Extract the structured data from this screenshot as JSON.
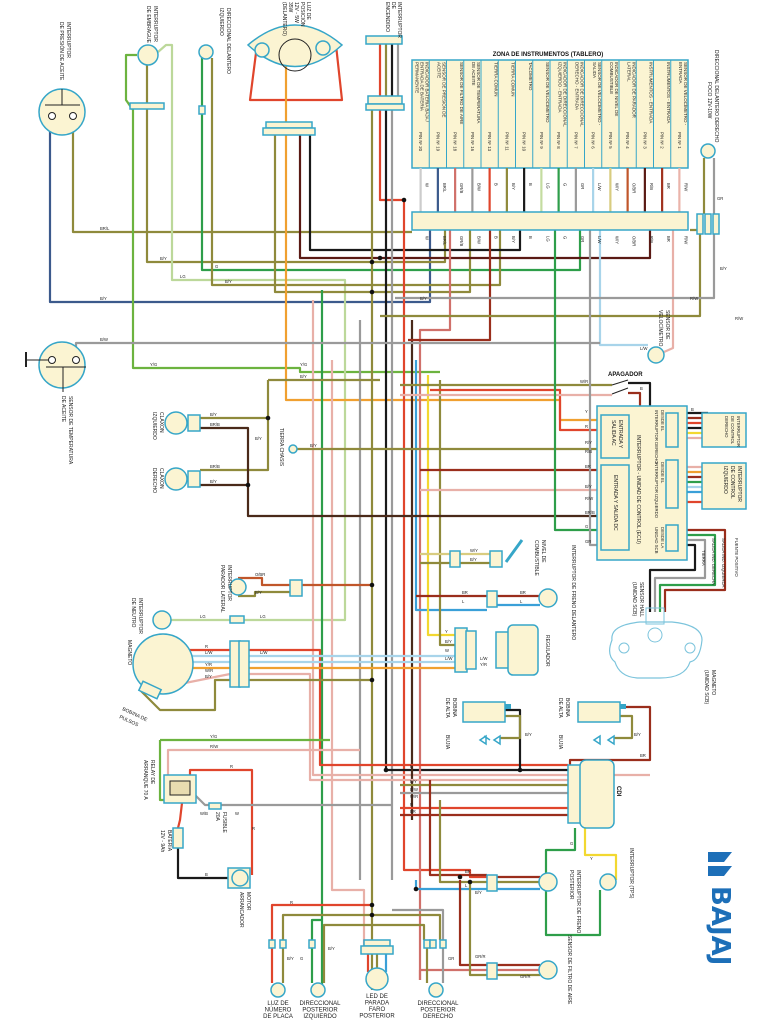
{
  "instrument_zone": {
    "title": "ZONA DE INSTRUMENTOS (TABLERO)",
    "pins": [
      {
        "pin": "PIN Nº 20",
        "desc": "INDICADOR BATERÍA BAJA / ENTRADA DE BATERÍA PERMANENTE",
        "wire": "W",
        "color": "#f4f4f4"
      },
      {
        "pin": "PIN Nº 19",
        "desc": "SENSOR DE PRESIÓN DE ACEITE",
        "wire": "BR/L",
        "color": "#3c5a8c"
      },
      {
        "pin": "PIN Nº 18",
        "desc": "SENSOR DE FILTRO DE AIRE",
        "wire": "GR/B",
        "color": "#d0706a"
      },
      {
        "pin": "PIN Nº 16",
        "desc": "SENSOR DE TEMPERATURA DE ACEITE",
        "wire": "B/W",
        "color": "#9a9a9a"
      },
      {
        "pin": "PIN Nº 13",
        "desc": "TIERRA COMÚN",
        "wire": "B",
        "color": "#e0452c"
      },
      {
        "pin": "PIN Nº 11",
        "desc": "TIERRA COMÚN",
        "wire": "B/Y",
        "color": "#8f8a3c"
      },
      {
        "pin": "PIN Nº 10",
        "desc": "TACÓMETRO",
        "wire": "B",
        "color": "#1a1a1a"
      },
      {
        "pin": "PIN Nº 9",
        "desc": "SENSOR DE VELOCÍMETRO",
        "wire": "LG",
        "color": "#c4dca0"
      },
      {
        "pin": "PIN Nº 8",
        "desc": "INDICADOR DE DIRECCIONAL IZQUIERDO - ENTRADA",
        "wire": "G",
        "color": "#2e9e4a"
      },
      {
        "pin": "PIN Nº 7",
        "desc": "INDICADOR DE DIRECCIONAL DERECHO - ENTRADA",
        "wire": "GR",
        "color": "#9a9a9a"
      },
      {
        "pin": "PIN Nº 6",
        "desc": "SENSOR DE VELOCÍMETRO - SALIDA",
        "wire": "L/W",
        "color": "#a8d4ea"
      },
      {
        "pin": "PIN Nº 5",
        "desc": "INDICADOR DE NIVEL DE COMBUSTIBLE",
        "wire": "W/Y",
        "color": "#d8cc80"
      },
      {
        "pin": "PIN Nº 4",
        "desc": "INDICADOR DE PARADOR LATERAL",
        "wire": "O/BR",
        "color": "#c0562a"
      },
      {
        "pin": "PIN Nº 3",
        "desc": "INSTRUMENTOS - ENTRADA",
        "wire": "R/B",
        "color": "#5a1a14"
      },
      {
        "pin": "PIN Nº 2",
        "desc": "INSTRUMENTOS - ENTRADA",
        "wire": "BR",
        "color": "#a0321e"
      },
      {
        "pin": "PIN Nº 1",
        "desc": "SENSOR DE VELOCÍMETRO - ENTRADA",
        "wire": "R/W",
        "color": "#eab4aa"
      }
    ]
  },
  "components": {
    "oil_pressure_switch": [
      "INTERRUPTOR",
      "DE PRESIÓN DE ACEITE"
    ],
    "clutch_switch": [
      "INTERRUPTOR",
      "DE EMBRAGUE"
    ],
    "front_left_turn": [
      "DIRECCIONAL DELANTERO",
      "IZQUIERDO"
    ],
    "headlight": [
      "LUZ DE",
      "POSICIÓN",
      "12V - 5W",
      "35W",
      "(DELANTERO)"
    ],
    "ignition_switch": [
      "INTERRUPTOR",
      "DE",
      "ENCENDIDO"
    ],
    "front_right_turn": [
      "DIRECCIONAL DELANTERO DERECHO",
      "FOCO 12V-10W"
    ],
    "speedo_sensor": [
      "SENSOR DE",
      "VELOCÍMETRO"
    ],
    "oil_temp_sensor": [
      "SENSOR DE TEMPERATURA",
      "DE ACEITE"
    ],
    "horn_left": [
      "CLAXON",
      "IZQUIERDO"
    ],
    "horn_right": [
      "CLAXON",
      "DERECHO"
    ],
    "chassis_ground": "TIERRA CHASIS",
    "kill_switch": "APAGADOR",
    "ecu": {
      "title": "INTERRUPTOR - UNIDAD DE CONTROL (ECU)",
      "ac_block": [
        "ENTRADA Y",
        "SALIDA AC"
      ],
      "dc_block": "ENTRADA Y SALIDA DC",
      "from_right": [
        "DESDE EL",
        "INTERRUPTOR DERECHO"
      ],
      "from_left": [
        "DESDE EL",
        "INTERRUPTOR IZQUIERDO"
      ],
      "from_scb": [
        "DESDE LA",
        "UNIDAD SCB"
      ]
    },
    "right_control": [
      "INTERRUPTOR",
      "DE CONTROL",
      "DERECHO"
    ],
    "left_control": [
      "INTERRUPTOR",
      "DE CONTROL",
      "IZQUIERDO"
    ],
    "hall_labels": [
      "FUENTE POSITIVO",
      "SALIDA IND. IZQUIERDA",
      "SALIDA IND. DERECHA",
      "TIERRA"
    ],
    "hall_sensor": [
      "SENSOR HALL",
      "(UNIDAD SCB)"
    ],
    "magnet": [
      "MAGNETO",
      "(UNIDAD SCB)"
    ],
    "fuel_level": [
      "NIVEL DE",
      "COMBUSTIBLE"
    ],
    "front_brake_switch": "INTERRUPTOR DE FRENO DELANTERO",
    "regulator": "REGULADOR",
    "side_stand_switch": [
      "INTERRUPTOR",
      "PARADOR LATERAL"
    ],
    "neutral_switch": [
      "INTERRUPTOR",
      "DE NEUTRO"
    ],
    "magneto": "MAGNETO",
    "pulse_coil": [
      "BOBINA DE",
      "PULSOS"
    ],
    "ignition_coil_1": [
      "BOBINA",
      "DE ALTA"
    ],
    "ignition_coil_2": [
      "BOBINA",
      "DE ALTA"
    ],
    "spark_plug": "BUJIA",
    "cdi": "CDI",
    "starter_relay": [
      "RELAY DE",
      "ARRANQUE 70 A"
    ],
    "fuse": [
      "FUSIBLE",
      "20A"
    ],
    "battery": [
      "BATERÍA",
      "12V - 9Ah"
    ],
    "starter_motor": [
      "MOTOR",
      "ARRANCADOR"
    ],
    "tps": "INTERRUPTOR (TPS)",
    "rear_brake_switch": [
      "INTERRUPTOR DE FRENO",
      "POSTERIOR"
    ],
    "air_filter_sensor": "SENSOR DE FILTRO DE AIRE",
    "plate_light": [
      "LUZ DE",
      "NÚMERO",
      "DE PLACA"
    ],
    "rear_left_turn": [
      "DIRECCIONAL",
      "POSTERIOR",
      "IZQUIERDO"
    ],
    "tail_light": [
      "LED DE",
      "PARADA"
    ],
    "tail_light_2": [
      "FARO",
      "POSTERIOR"
    ],
    "rear_right_turn": [
      "DIRECCIONAL",
      "POSTERIOR",
      "DERECHO"
    ]
  },
  "wire_codes": [
    "BR/L",
    "B/Y",
    "Y/G",
    "B/Y",
    "LG",
    "G",
    "B/Y",
    "B/W",
    "Y/G",
    "B/Y",
    "B/Y",
    "BR/B",
    "B/Y",
    "BR/B",
    "B/Y",
    "B/Y",
    "W/R",
    "Y",
    "R",
    "R/Y",
    "R/B",
    "BR",
    "B/Y",
    "R/W",
    "BR/B",
    "G",
    "GR",
    "B",
    "B",
    "W/Y",
    "B/Y",
    "BR",
    "L",
    "BR",
    "L",
    "O/BR",
    "B/Y",
    "LG",
    "LG",
    "R",
    "L/W",
    "L/W",
    "Y/R",
    "W/R",
    "B/Y",
    "Y",
    "B/Y",
    "W",
    "L/W",
    "L/W",
    "Y/R",
    "B/Y",
    "B/Y",
    "BR",
    "B",
    "B/Y",
    "B/W",
    "W/R",
    "R",
    "BR",
    "Y/G",
    "R/W",
    "R",
    "W/B",
    "W",
    "R",
    "B",
    "G",
    "Y",
    "BR",
    "L",
    "B/Y",
    "GR/R",
    "GR/R",
    "R",
    "B/Y",
    "G",
    "B/Y",
    "GR",
    "L/W",
    "B/Y",
    "R/W",
    "GR",
    "B/Y",
    "R/W"
  ],
  "colors": {
    "outline": "#36a6c8",
    "fill": "#fbf4d2",
    "red": "#e0452c",
    "black": "#1a1a1a",
    "olive": "#8f8a3c",
    "green": "#2e9e4a",
    "blue": "#3aa0d8",
    "brand": "#1d6fb8"
  },
  "logo": {
    "text": "BAJAJ",
    "color": "#1d6fb8"
  }
}
